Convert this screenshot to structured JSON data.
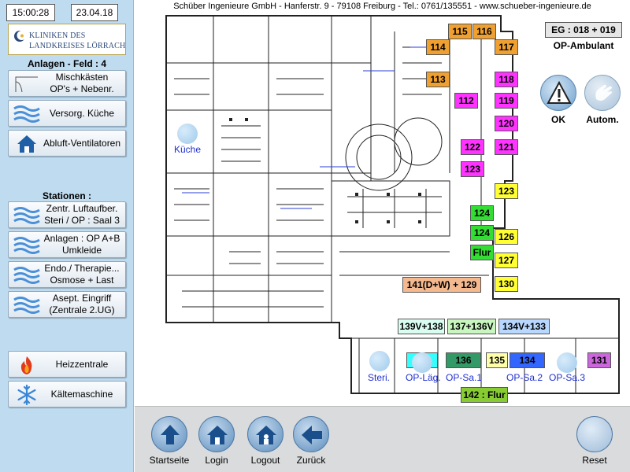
{
  "clock": {
    "time": "15:00:28",
    "date": "23.04.18"
  },
  "logo": {
    "line1": "KLINIKEN DES",
    "line2": "LANDKREISES LÖRRACH"
  },
  "sidebar": {
    "anlagen_title": "Anlagen - Feld : 4",
    "anlagen": [
      {
        "line1": "Mischkästen",
        "line2": "OP's + Nebenr.",
        "icon": "box-corner-icon"
      },
      {
        "line1": "Versorg. Küche",
        "line2": "",
        "icon": "air-waves-icon"
      },
      {
        "line1": "Abluft-Ventilatoren",
        "line2": "",
        "icon": "house-icon"
      }
    ],
    "stationen_title": "Stationen :",
    "stationen": [
      {
        "line1": "Zentr. Luftaufber.",
        "line2": "Steri / OP : Saal 3",
        "icon": "air-waves-icon"
      },
      {
        "line1": "Anlagen : OP A+B",
        "line2": "Umkleide",
        "icon": "air-waves-icon"
      },
      {
        "line1": "Endo./ Therapie...",
        "line2": "Osmose + Last",
        "icon": "air-waves-icon"
      },
      {
        "line1": "Asept. Eingriff",
        "line2": "(Zentrale 2.UG)",
        "icon": "air-waves-icon"
      }
    ],
    "extra": [
      {
        "line1": "Heizzentrale",
        "line2": "",
        "icon": "flame-icon"
      },
      {
        "line1": "Kältemaschine",
        "line2": "",
        "icon": "snowflake-icon"
      }
    ]
  },
  "map": {
    "header": "Schüber Ingenieure GmbH - Hanferstr. 9 - 79108 Freiburg - Tel.: 0761/135551 - www.schueber-ingenieure.de",
    "floor_label": "EG : 018 + 019",
    "area_label": "OP-Ambulant",
    "ok_label": "OK",
    "autom_label": "Autom.",
    "icon_labels": [
      "Küche",
      "Steri.",
      "OP-Läg.",
      "OP-Sa.1",
      "OP-Sa.2",
      "OP-Sa.3"
    ],
    "rooms": [
      {
        "label": "115",
        "color": "#f0a030"
      },
      {
        "label": "116",
        "color": "#f0a030"
      },
      {
        "label": "114",
        "color": "#f0a030"
      },
      {
        "label": "117",
        "color": "#f0a030"
      },
      {
        "label": "113",
        "color": "#f0a030"
      },
      {
        "label": "118",
        "color": "#ff33ff"
      },
      {
        "label": "112",
        "color": "#ff33ff"
      },
      {
        "label": "119",
        "color": "#ff33ff"
      },
      {
        "label": "120",
        "color": "#ff33ff"
      },
      {
        "label": "122",
        "color": "#ff33ff"
      },
      {
        "label": "121",
        "color": "#ff33ff"
      },
      {
        "label": "123",
        "color": "#ff33ff"
      },
      {
        "label": "123",
        "color": "#ffff33"
      },
      {
        "label": "124",
        "color": "#33dd33"
      },
      {
        "label": "124",
        "color": "#33dd33"
      },
      {
        "label": "126",
        "color": "#ffff33"
      },
      {
        "label": "Flur",
        "color": "#33dd33"
      },
      {
        "label": "127",
        "color": "#ffff33"
      },
      {
        "label": "130",
        "color": "#ffff33"
      },
      {
        "label": "141(D+W) + 129",
        "color": "#f5b990"
      },
      {
        "label": "139V+138",
        "color": "#dafdf2"
      },
      {
        "label": "137+136V",
        "color": "#c8f5c0"
      },
      {
        "label": "134V+133",
        "color": "#b8d8ff"
      },
      {
        "label": "139",
        "color": "#33ffff"
      },
      {
        "label": "136",
        "color": "#339966"
      },
      {
        "label": "135",
        "color": "#ffffaa"
      },
      {
        "label": "134",
        "color": "#3366ff"
      },
      {
        "label": "131",
        "color": "#cc66dd"
      },
      {
        "label": "142 : Flur",
        "color": "#88cc33"
      }
    ]
  },
  "bottombar": {
    "buttons": [
      {
        "label": "Startseite",
        "icon": "arrow-up-icon"
      },
      {
        "label": "Login",
        "icon": "house-icon"
      },
      {
        "label": "Logout",
        "icon": "house-person-icon"
      },
      {
        "label": "Zurück",
        "icon": "arrow-left-icon"
      },
      {
        "label": "Reset",
        "icon": "reset-icon"
      }
    ]
  }
}
